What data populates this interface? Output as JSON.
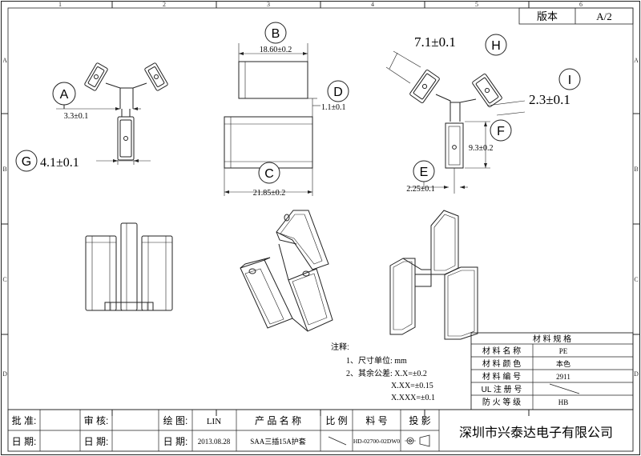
{
  "border": {
    "columns": [
      "1",
      "2",
      "3",
      "4",
      "5",
      "6"
    ],
    "rows": [
      "A",
      "B",
      "C",
      "D"
    ]
  },
  "version_block": {
    "label": "版本",
    "value": "A/2"
  },
  "dimensions": {
    "A": {
      "letter": "A",
      "text": "3.3±0.1"
    },
    "B": {
      "letter": "B",
      "text": "18.60±0.2"
    },
    "C": {
      "letter": "C",
      "text": "21.85±0.2"
    },
    "D": {
      "letter": "D",
      "text": "1.1±0.1"
    },
    "E": {
      "letter": "E",
      "text": "2.25±0.1"
    },
    "F": {
      "letter": "F",
      "text": "9.3±0.2"
    },
    "G": {
      "letter": "G",
      "text": "4.1±0.1"
    },
    "H": {
      "letter": "H",
      "text": "7.1±0.1"
    },
    "I": {
      "letter": "I",
      "text": "2.3±0.1"
    }
  },
  "notes": {
    "title": "注释:",
    "line1": "1、尺寸单位: mm",
    "line2": "2、其余公差: X.X=±0.2",
    "line3": "X.XX=±0.15",
    "line4": "X.XXX=±0.1"
  },
  "material_spec": {
    "title": "材 料 规 格",
    "rows": [
      {
        "label": "材 料 名 称",
        "value": "PE"
      },
      {
        "label": "材 料 颜 色",
        "value": "本色"
      },
      {
        "label": "材 料 编 号",
        "value": "2911"
      },
      {
        "label": "UL 注 册 号",
        "value": ""
      },
      {
        "label": "防 火 等 级",
        "value": "HB"
      }
    ]
  },
  "title_block": {
    "approve_label": "批 准:",
    "date_label": "日 期:",
    "review_label": "审 核:",
    "review_date_label": "日 期:",
    "drawn_label": "绘 图:",
    "drawn_value": "LIN",
    "drawn_date_label": "日 期:",
    "drawn_date_value": "2013.08.28",
    "product_name_label": "产 品 名 称",
    "product_name_value": "SAA三插15A护套",
    "scale_label": "比 例",
    "part_no_label": "料 号",
    "part_no_value": "HD-02700-02DW0",
    "projection_label": "投 影",
    "company": "深圳市兴泰达电子有限公司"
  }
}
